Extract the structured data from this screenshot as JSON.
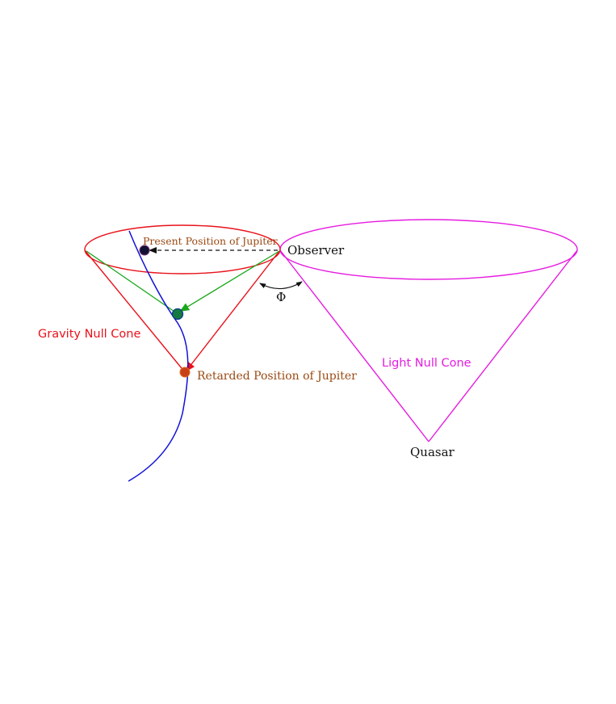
{
  "labels": {
    "observer": "Observer",
    "present_position": "Present Position of Jupiter",
    "retarded_position": "Retarded Position of Jupiter",
    "gravity_null_cone": "Gravity Null Cone",
    "light_null_cone": "Light Null Cone",
    "quasar": "Quasar",
    "angle_symbol": "Φ"
  },
  "colors": {
    "gravity_cone": "#e8121b",
    "light_cone": "#e51ce0",
    "worldline": "#1010d8",
    "green_ray": "#1aa81a",
    "present_label": "#9b4a12",
    "retarded_label": "#9b4a12",
    "present_dot": "#111133",
    "middle_dot": "#157a40",
    "retarded_dot": "#c8401a",
    "text_dark": "#111111"
  }
}
